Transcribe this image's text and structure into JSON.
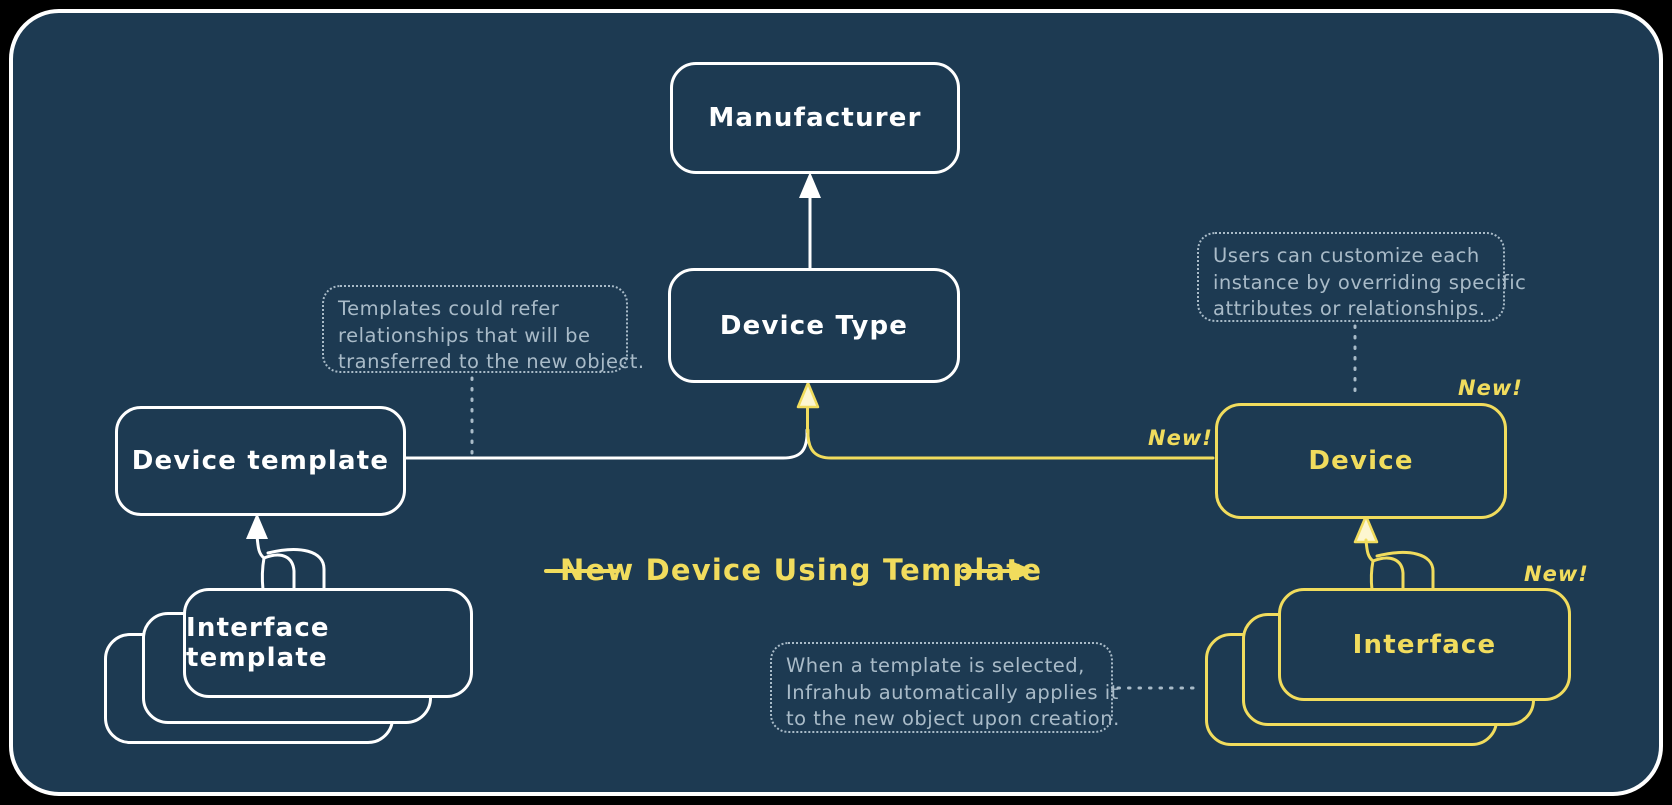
{
  "diagram": {
    "title": "New Device Using Template",
    "colors": {
      "outer_background": "#000000",
      "canvas_background": "#1d3a52",
      "primary_stroke": "#ffffff",
      "accent_yellow": "#f1dc5d",
      "note_gray": "#a9bbc8"
    },
    "nodes": {
      "manufacturer": "Manufacturer",
      "device_type": "Device Type",
      "device_template": "Device template",
      "interface_template": "Interface template",
      "device": "Device",
      "interface": "Interface"
    },
    "badges": {
      "new": "New!"
    },
    "flow": {
      "label": "New Device Using Template"
    },
    "notes": {
      "templates": [
        "Templates could refer",
        "relationships that will be",
        "transferred to the new object."
      ],
      "customize": [
        "Users can customize each",
        "instance by overriding specific",
        "attributes or relationships."
      ],
      "apply": [
        "When a template is selected,",
        "Infrahub automatically applies it",
        "to the new object upon creation."
      ]
    }
  }
}
